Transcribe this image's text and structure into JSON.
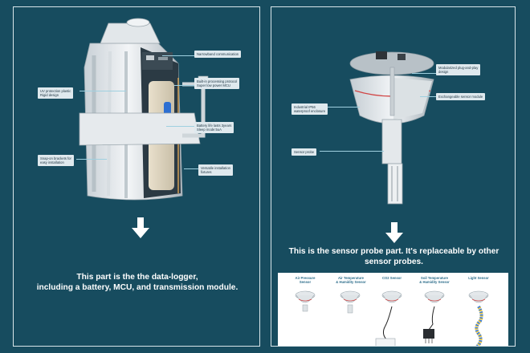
{
  "left": {
    "labels": {
      "narrowband": "Narrowband communication",
      "builtin": [
        "Built-in processing protocol",
        "Super low power MCU"
      ],
      "uv": [
        "UV protection plastic",
        "Rigid design"
      ],
      "battery": [
        "Battery life lasts 3years",
        "Sleep mode:5uA"
      ],
      "snap": [
        "Snap-on brackets for",
        "easy installation"
      ],
      "versatile": [
        "Versatile installation",
        "fixtures"
      ]
    },
    "caption": [
      "This part is the the data-logger,",
      "including a battery, MCU, and transmission module."
    ]
  },
  "right": {
    "labels": {
      "modularized": [
        "Modularized plug-and-play",
        "design"
      ],
      "ip56": [
        "Industrial IP56",
        "waterproof enclosure"
      ],
      "exchangeable": "Exchangeable sensor module",
      "probe": "Sensor probe"
    },
    "caption": [
      "This is the sensor probe part. It's replaceable by other",
      "sensor probes."
    ],
    "sensors": [
      {
        "name": [
          "Air Pressure",
          "Sensor"
        ]
      },
      {
        "name": [
          "Air Temperature",
          "& Humidity Sensor"
        ]
      },
      {
        "name": [
          "CO2 Sensor"
        ]
      },
      {
        "name": [
          "Soil Temperature",
          "& Humidity Sensor"
        ]
      },
      {
        "name": [
          "Light Sensor"
        ]
      }
    ]
  },
  "colors": {
    "background": "#174c5f",
    "label_bg": "#dfe9ee",
    "sensor_title": "#2f6f8c"
  }
}
